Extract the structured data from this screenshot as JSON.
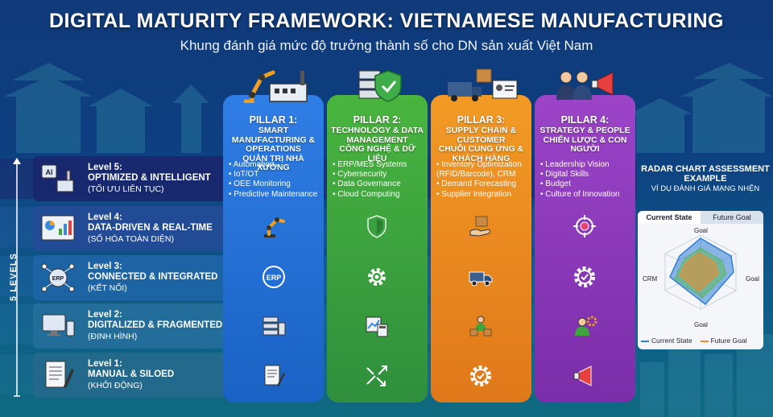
{
  "header": {
    "title": "DIGITAL MATURITY FRAMEWORK: VIETNAMESE MANUFACTURING",
    "subtitle": "Khung đánh giá mức độ trưởng thành số cho DN sản xuất Việt Nam"
  },
  "axis_label": "5 LEVELS",
  "pillars": [
    {
      "num": "PILLAR 1:",
      "en": "SMART MANUFACTURING & OPERATIONS",
      "vn": "QUẢN TRỊ NHÀ XƯỞNG",
      "color": "#2a74d8",
      "icon": "robot-arm-factory-icon",
      "items": [
        "Automation",
        "IoT/OT",
        "OEE Monitoring",
        "Predictive Maintenance"
      ]
    },
    {
      "num": "PILLAR 2:",
      "en": "TECHNOLOGY & DATA MANAGEMENT",
      "vn": "CÔNG NGHỆ & DỮ LIỆU",
      "color": "#3fa63e",
      "icon": "server-shield-icon",
      "items": [
        "ERP/MES Systems",
        "Cybersecurity",
        "Data Governance",
        "Cloud Computing"
      ]
    },
    {
      "num": "PILLAR 3:",
      "en": "SUPPLY CHAIN & CUSTOMER",
      "vn": "CHUỖI CUNG ỨNG & KHÁCH HÀNG",
      "color": "#ec8a20",
      "icon": "truck-box-icon",
      "items": [
        "Inventory Optimization (RFID/Barcode), CRM",
        "Demand Forecasting",
        "Supplier Integration"
      ]
    },
    {
      "num": "PILLAR 4:",
      "en": "STRATEGY & PEOPLE",
      "vn": "CHIẾN LƯỢC & CON NGƯỜI",
      "color": "#8c3bbd",
      "icon": "people-megaphone-icon",
      "items": [
        "Leadership Vision",
        "Digital Skills",
        "Budget",
        "Culture of Innovation"
      ]
    }
  ],
  "levels": [
    {
      "num": "Level 5:",
      "name": "OPTIMIZED & INTELLIGENT",
      "vn": "(TỐI ƯU LIÊN TỤC)",
      "icon": "ai-factory-icon"
    },
    {
      "num": "Level 4:",
      "name": "DATA-DRIVEN & REAL-TIME",
      "vn": "(SỐ HÓA TOÀN DIỆN)",
      "icon": "dashboard-icon"
    },
    {
      "num": "Level 3:",
      "name": "CONNECTED & INTEGRATED",
      "vn": "(KẾT NỐI)",
      "icon": "erp-network-icon"
    },
    {
      "num": "Level 2:",
      "name": "DIGITALIZED & FRAGMENTED",
      "vn": "(ĐỊNH HÌNH)",
      "icon": "computer-devices-icon"
    },
    {
      "num": "Level 1:",
      "name": "MANUAL & SILOED",
      "vn": "(KHỞI ĐỘNG)",
      "icon": "paper-pen-icon"
    }
  ],
  "cell_icons": {
    "level4": [
      "robot-arm-icon",
      "shield-icon",
      "hand-box-icon",
      "target-icon"
    ],
    "level3": [
      "erp-globe-icon",
      "gear-icon",
      "truck-icon",
      "gear-check-icon"
    ],
    "level2": [
      "server-devices-icon",
      "calculator-chart-icon",
      "person-boxes-icon",
      "person-gear-icon"
    ],
    "level1": [
      "document-pen-icon",
      "broken-arrows-icon",
      "gear-check-icon",
      "megaphone-icon"
    ]
  },
  "radar": {
    "heading": "RADAR CHART ASSESSMENT EXAMPLE",
    "heading_vn": "VÍ DỤ ĐÁNH GIÁ MẠNG NHỆN",
    "tabs": [
      "Current State",
      "Future Goal"
    ],
    "labels": {
      "top": "Goal",
      "right": "Goal",
      "bottom": "Goal",
      "left": "CRM"
    },
    "legend": [
      "Current State",
      "Future Goal"
    ],
    "colors": {
      "current": "#2f7fd6",
      "future": "#ef8a2a",
      "green": "#5cb85c"
    }
  }
}
